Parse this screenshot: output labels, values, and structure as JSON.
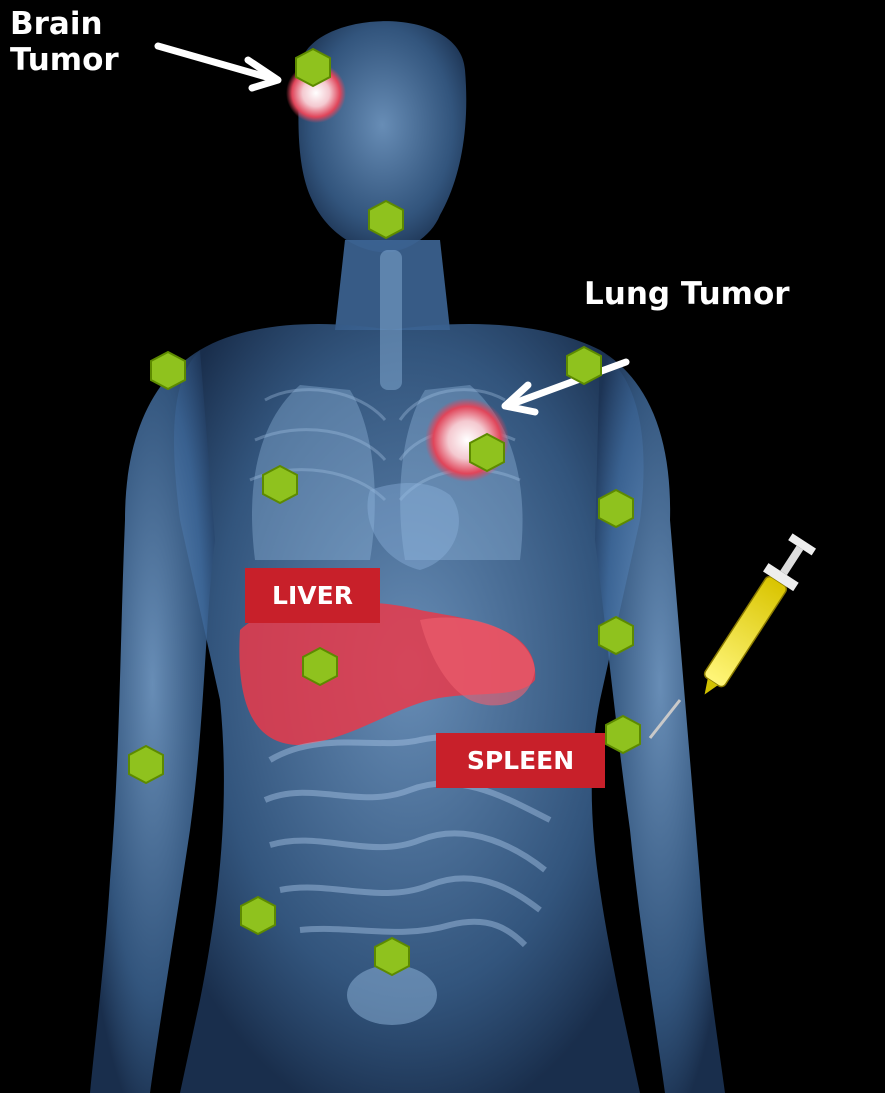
{
  "labels": {
    "brain_line1": "Brain",
    "brain_line2": "Tumor",
    "lung": "Lung Tumor",
    "liver": "LIVER",
    "spleen": "SPLEEN"
  },
  "colors": {
    "background": "#000000",
    "body": "#5a86b8",
    "organ_red": "#e83a4a",
    "label_red": "#c8202a",
    "particle_green": "#8fc21e",
    "syringe_yellow": "#f2e51e",
    "arrow_white": "#ffffff"
  },
  "icons": {
    "particle": "green-hexagon-particle-icon",
    "syringe": "syringe-icon",
    "arrow": "arrow-icon"
  }
}
